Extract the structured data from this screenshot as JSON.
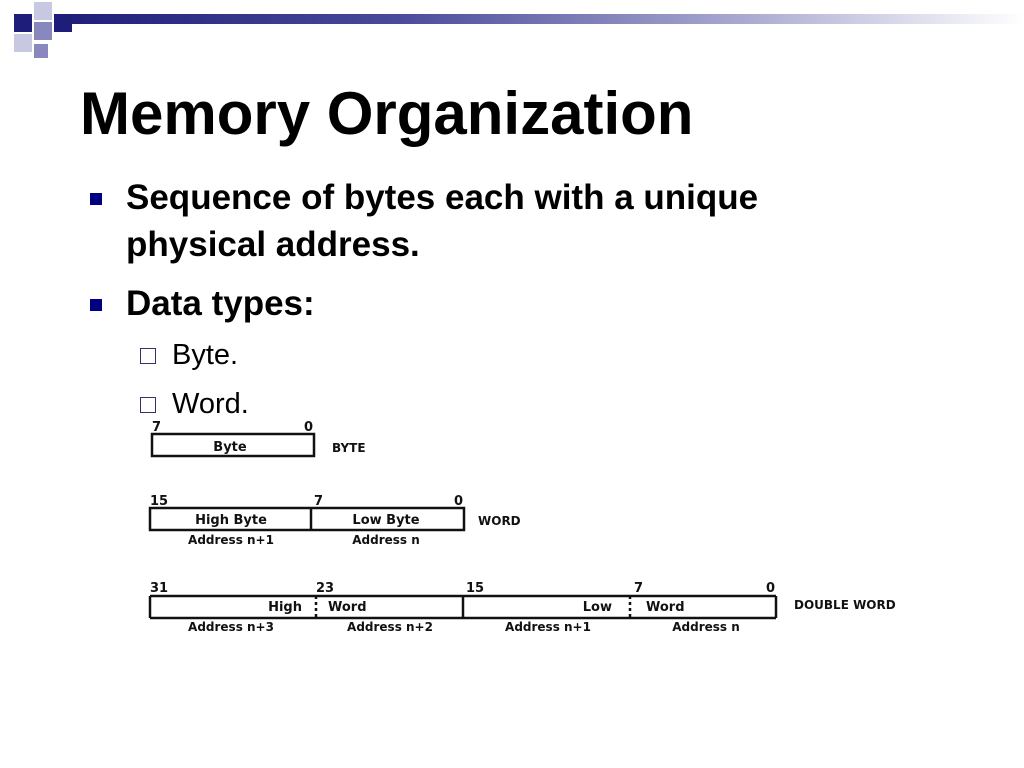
{
  "slide": {
    "title": "Memory Organization",
    "bullets": [
      "Sequence of bytes each with a unique physical address.",
      "Data types:"
    ],
    "sub_bullets": [
      "Byte.",
      "Word."
    ],
    "accent_color": "#000080"
  },
  "diagram": {
    "byte_row": {
      "bit_high": "7",
      "bit_low": "0",
      "cell": "Byte",
      "label": "BYTE"
    },
    "word_row": {
      "bit_high": "15",
      "bit_mid": "7",
      "bit_low": "0",
      "high_cell": "High Byte",
      "low_cell": "Low Byte",
      "high_address": "Address n+1",
      "low_address": "Address n",
      "label": "WORD"
    },
    "dword_row": {
      "bit_31": "31",
      "bit_23": "23",
      "bit_15": "15",
      "bit_7": "7",
      "bit_0": "0",
      "high_left": "High",
      "high_right": "Word",
      "low_left": "Low",
      "low_right": "Word",
      "address_3": "Address n+3",
      "address_2": "Address n+2",
      "address_1": "Address n+1",
      "address_0": "Address n",
      "label": "DOUBLE WORD"
    }
  }
}
